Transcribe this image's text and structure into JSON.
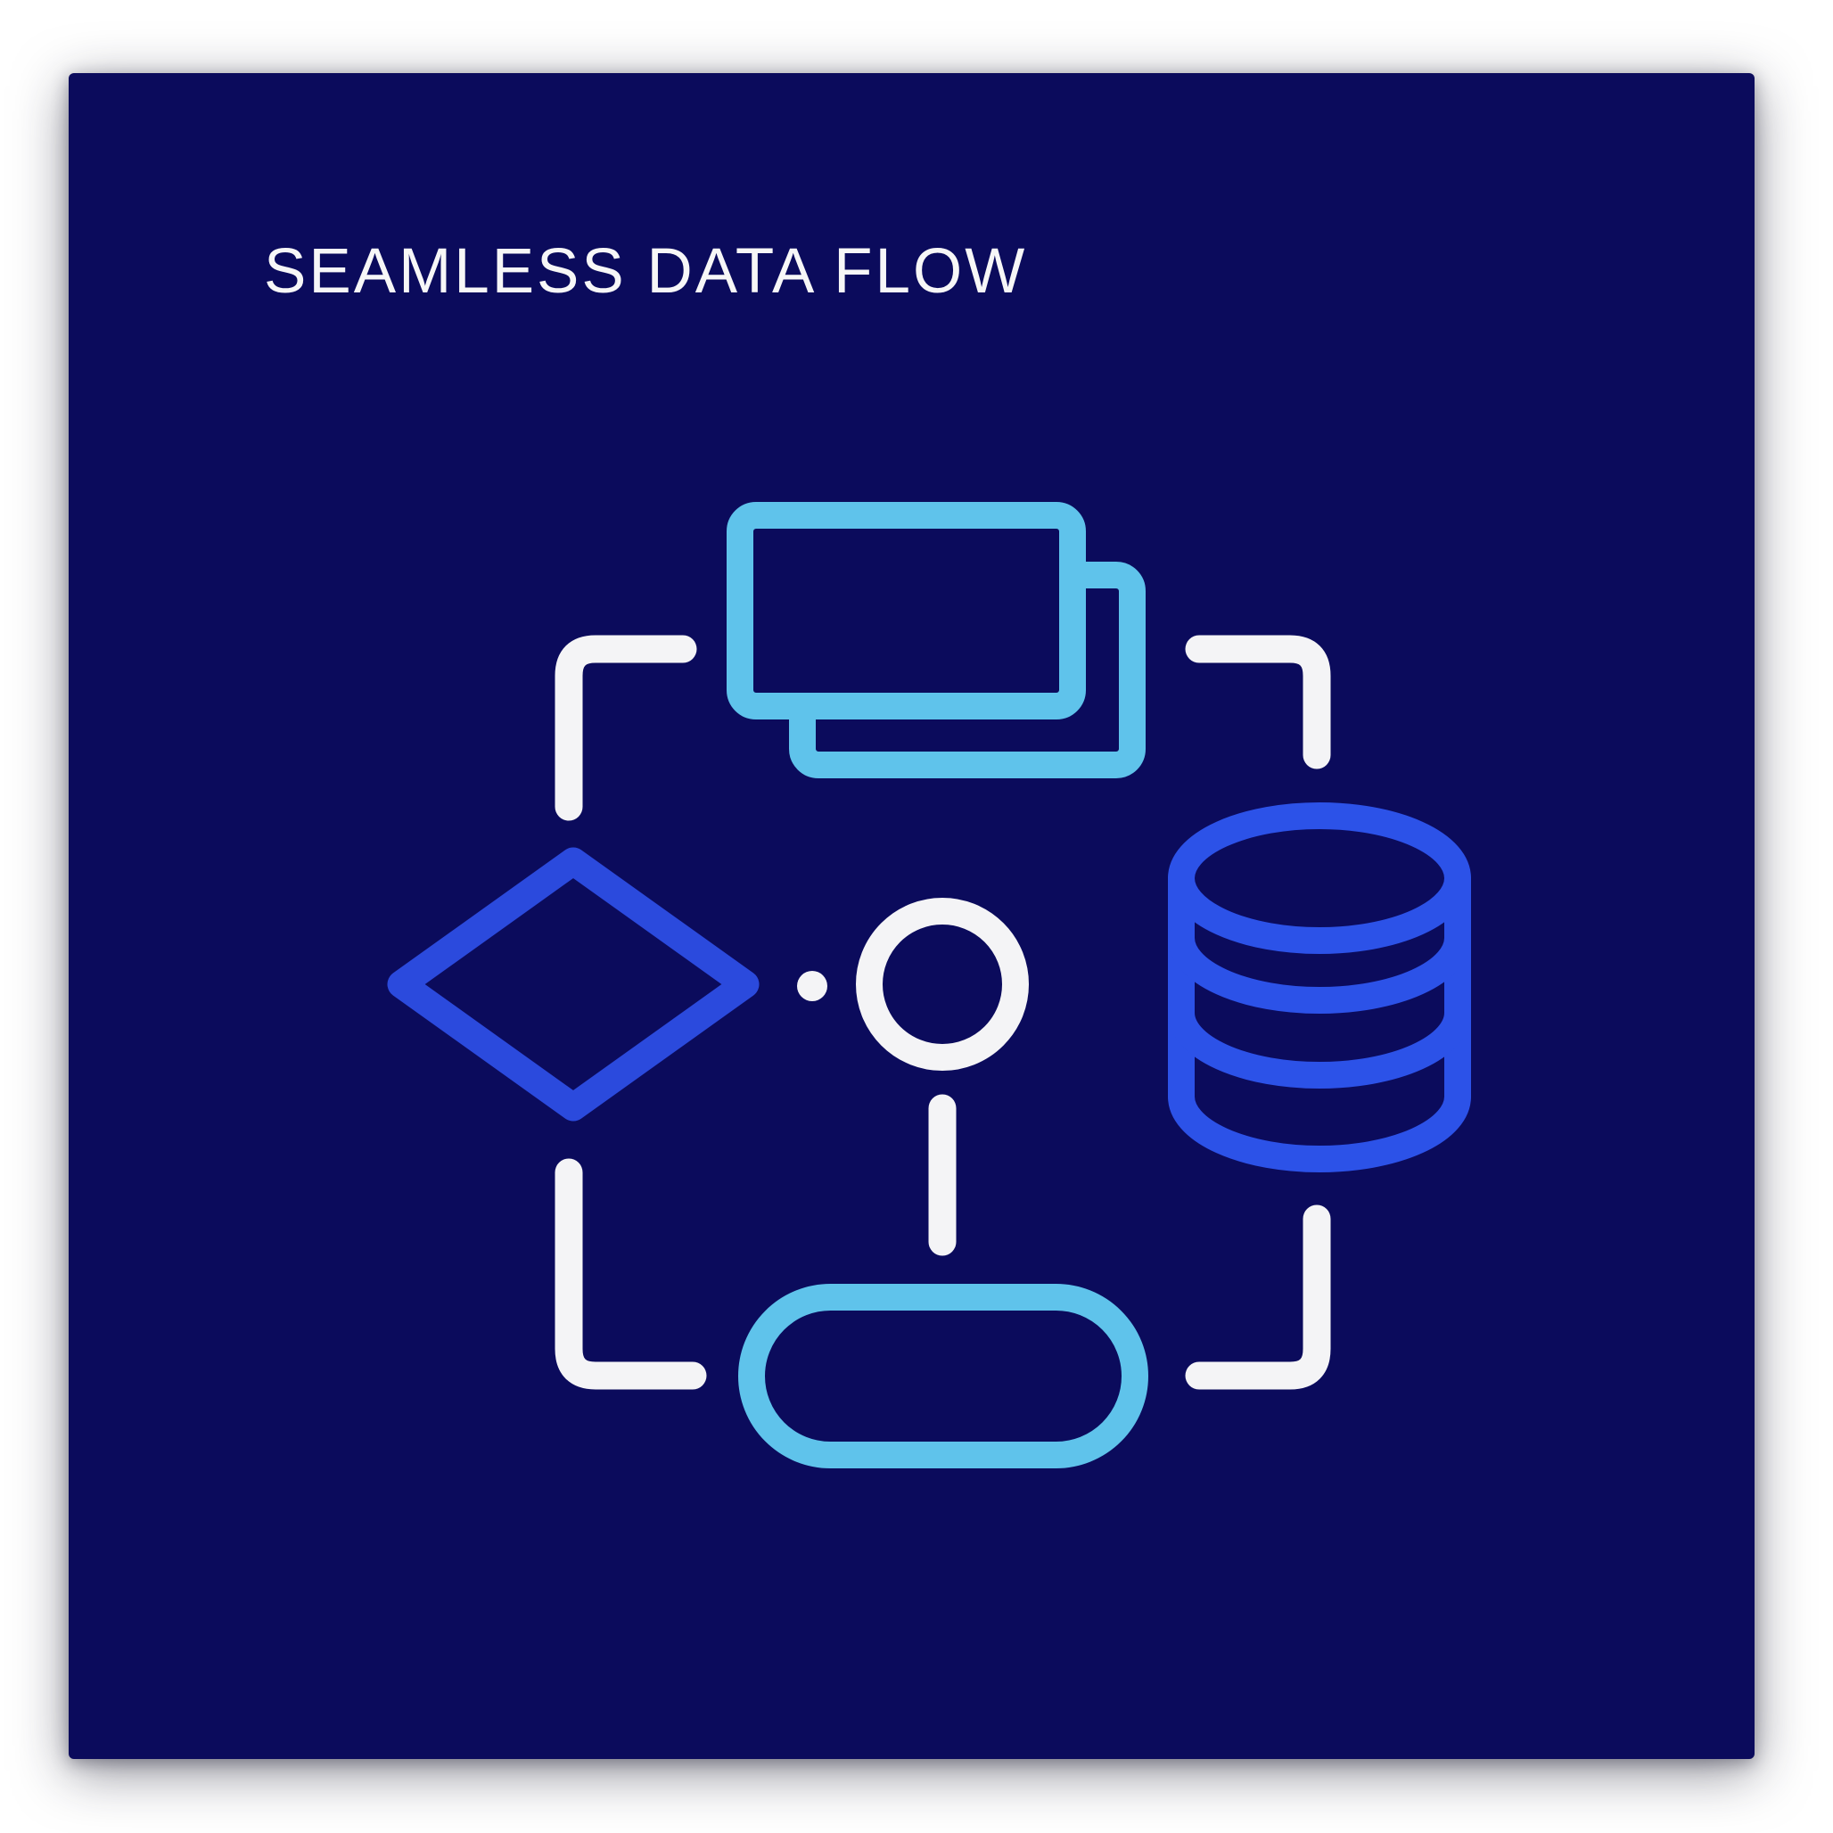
{
  "card": {
    "title": "SEAMLESS DATA FLOW"
  },
  "palette": {
    "page_bg": "#ffffff",
    "navy_card": "#0B0B5C",
    "title_white": "#F7F7F7",
    "connector_white": "#F4F4F6",
    "sky_blue": "#5FC3EB",
    "royal_blue": "#2B4ADD",
    "database_blue": "#2C52E8"
  },
  "diagram": {
    "nodes": [
      {
        "id": "documents",
        "shape": "stacked-rectangles",
        "color_key": "sky_blue",
        "position": "top-center"
      },
      {
        "id": "decision",
        "shape": "diamond",
        "color_key": "royal_blue",
        "position": "middle-left"
      },
      {
        "id": "process",
        "shape": "circle",
        "color_key": "connector_white",
        "position": "center"
      },
      {
        "id": "database",
        "shape": "cylinder",
        "color_key": "database_blue",
        "position": "middle-right"
      },
      {
        "id": "terminator",
        "shape": "stadium",
        "color_key": "sky_blue",
        "position": "bottom-center"
      }
    ],
    "connectors": [
      {
        "id": "elbow-top-left",
        "color_key": "connector_white"
      },
      {
        "id": "elbow-top-right",
        "color_key": "connector_white"
      },
      {
        "id": "elbow-bottom-left",
        "color_key": "connector_white"
      },
      {
        "id": "elbow-bottom-right",
        "color_key": "connector_white"
      },
      {
        "id": "circle-to-stadium-line",
        "color_key": "connector_white"
      },
      {
        "id": "dot-between-diamond-and-circle",
        "color_key": "connector_white"
      }
    ]
  }
}
